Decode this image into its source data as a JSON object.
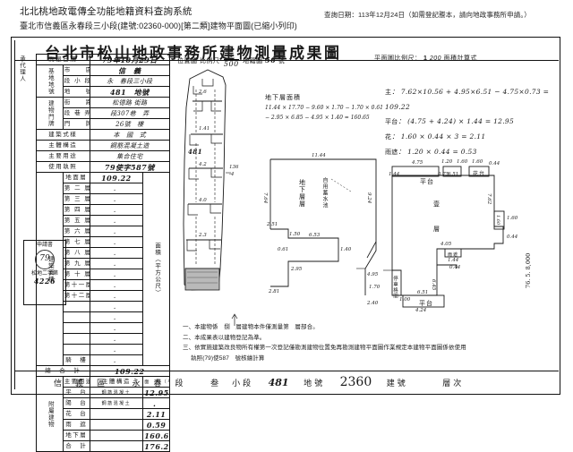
{
  "header": {
    "system_title": "北北桃地政電傳全功能地籍資料查詢系統",
    "subtitle": "臺北市信義區永春段三小段(建號:02360-000)[第二類]建物平面圖(已縮小列印)",
    "query_date": "查詢日期：113年12月24日（如需登記謄本，請向地政事務所申請。）"
  },
  "document": {
    "title": "台北市松山地政事務所建物測量成果圖",
    "left_vertical_label": "承代理人",
    "side_code": "76. 5. 8,000"
  },
  "table": {
    "survey_date_label": "測量日期",
    "survey_date_value": "79年10月29日",
    "rows": [
      {
        "group": "基地地號",
        "label1": "市　　區",
        "value": "信　義"
      },
      {
        "group": "基地地號",
        "label1": "段 小 段",
        "value": "永　春段三小段"
      },
      {
        "group": "基地地號",
        "label1": "地　　號",
        "value": "481　地號"
      },
      {
        "group": "建物門牌",
        "label1": "街　　路",
        "value": "松德路 街路"
      },
      {
        "group": "建物門牌",
        "label1": "段 巷 弄",
        "value": "段307巷　弄"
      },
      {
        "group": "建物門牌",
        "label1": "門　　牌",
        "value": "26號　樓"
      }
    ],
    "construction_label": "建築式樣",
    "construction_value": "本　國　式",
    "structure_label": "主體構造",
    "structure_value": "鋼筋混凝土造",
    "purpose_label": "主要用途",
    "purpose_value": "集合住宅",
    "permit_label": "使用執照",
    "permit_value": "79使字587號",
    "floor_group_label": "建築面積",
    "area_unit_label": "面積（平方公尺）",
    "floors": [
      {
        "label": "地面層",
        "value": "109.22"
      },
      {
        "label": "第 二 層",
        "value": "．"
      },
      {
        "label": "第 三 層",
        "value": "．"
      },
      {
        "label": "第 四 層",
        "value": "．"
      },
      {
        "label": "第 五 層",
        "value": "．"
      },
      {
        "label": "第 六 層",
        "value": "．"
      },
      {
        "label": "第 七 層",
        "value": "．"
      },
      {
        "label": "第 八 層",
        "value": "．"
      },
      {
        "label": "第 九 層",
        "value": "．"
      },
      {
        "label": "第 十 層",
        "value": "．"
      },
      {
        "label": "第十一層",
        "value": "．"
      },
      {
        "label": "第十二層",
        "value": "．"
      },
      {
        "label": "",
        "value": "．"
      },
      {
        "label": "",
        "value": "．"
      },
      {
        "label": "",
        "value": "．"
      },
      {
        "label": "",
        "value": "．"
      },
      {
        "label": "",
        "value": "．"
      },
      {
        "label": "騎　樓",
        "value": "．"
      }
    ],
    "total_label": "總　合　計",
    "total_value": "109.22",
    "附屬建物": {
      "group_label": "附屬建物",
      "col_use": "主要用途",
      "col_structure": "主體構造",
      "col_area": "面　積（平方公尺）",
      "rows": [
        {
          "use": "平　台",
          "structure": "鋼筋混凝土",
          "area": "12.95"
        },
        {
          "use": "陽　台",
          "structure": "鋼筋混凝土",
          "area": "．"
        },
        {
          "use": "花　台",
          "structure": "",
          "area": "2.11"
        },
        {
          "use": "雨　遮",
          "structure": "",
          "area": "0.59"
        },
        {
          "use": "地下層",
          "structure": "",
          "area": "160.65"
        },
        {
          "use": "合　計",
          "structure": "",
          "area": "176.24"
        }
      ]
    }
  },
  "location_map": {
    "caption": "位置圖",
    "scale_label": "比例尺",
    "scale_num": "1",
    "scale_den": "500",
    "parcel_label": "地籍圖",
    "sheet_value": "56",
    "sheet_unit": "號",
    "parcel_no": "481",
    "side_note": "136-4"
  },
  "plan_scale": {
    "label": "平面圖比例尺：",
    "num": "1",
    "den": "200",
    "suffix": "面積計算式"
  },
  "area_calc": [
    {
      "key": "主",
      "expr": "7.62×10.56 + 4.95×6.51 − 4.75×0.73 = 109.22"
    },
    {
      "key": "平台",
      "expr": "(4.75 + 4.24) × 1.44 = 12.95"
    },
    {
      "key": "花",
      "expr": "1.60 × 0.44 × 3 = 2.11"
    },
    {
      "key": "雨遮",
      "expr": "1.20 × 0.44 = 0.53"
    }
  ],
  "basement_calc": {
    "title": "地下層面積",
    "line1": "11.44 × 17.70 − 9.60 × 1.70 − 1.70 × 0.61",
    "line2": "− 2.95 × 6.85 − 4.95 × 1.40 = 160.65"
  },
  "basement_plan": {
    "label_main": "地下層層",
    "label_tank": "自用蓄水池",
    "dims": [
      "11.44",
      "7.64",
      "9.24",
      "2.51",
      "1.50",
      "6.53",
      "1.40",
      "0.61",
      "2.95",
      "2.81",
      "4.95",
      "1.70",
      "2.40"
    ]
  },
  "floor_plan": {
    "label_main": "壹層",
    "label_platform": "平台",
    "label_flower": "花台",
    "label_eave": "雨遮",
    "label_balcony": "陽台",
    "dims": [
      "4.75",
      "1.44",
      "1.20",
      "1.60",
      "0.44",
      "4.75",
      "6.51",
      "7.62",
      "10.56",
      "4.24",
      "1.00",
      "6.45",
      "6.51",
      "4.05",
      "1.44",
      "0.44"
    ]
  },
  "notes": [
    "一、本建物係　捌　層建物本件僅測量第　層部合。",
    "二、本成果表以建物登記為準。",
    "三、依實施建築改良物所有權第一次登記僅勘測建物位置免再勘測建物平面圖作業規定本建物平面圖係依使用",
    "執照(79)使587　號核繪計算"
  ],
  "footer": {
    "district": "信　義　區",
    "section": "永　春　段",
    "subsection": "叁　小段",
    "parcel_no": "481",
    "parcel_label": "地號",
    "building_no": "2360",
    "building_label": "建號",
    "floor_label": "層次"
  },
  "stamp": {
    "line1": "申請書",
    "circle": "79",
    "line2": "松地二字第",
    "line3": "4226"
  }
}
